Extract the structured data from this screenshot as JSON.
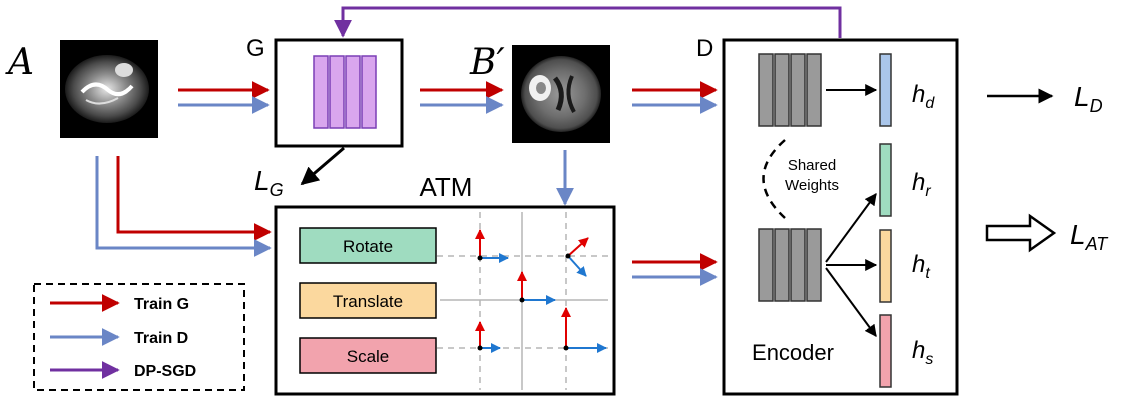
{
  "inputs": {
    "a_label": "A",
    "b_label": "B′"
  },
  "generator": {
    "label": "G",
    "loss_main": "L",
    "loss_sub": "G"
  },
  "discriminator": {
    "label": "D",
    "shared_weights_line1": "Shared",
    "shared_weights_line2": "Weights",
    "encoder_label": "Encoder"
  },
  "atm": {
    "title": "ATM",
    "transforms": [
      {
        "label": "Rotate",
        "color": "#9fdcc0"
      },
      {
        "label": "Translate",
        "color": "#fbd89e"
      },
      {
        "label": "Scale",
        "color": "#f2a3ad"
      }
    ]
  },
  "heads": [
    {
      "main": "h",
      "sub": "d",
      "color": "#aac6ea"
    },
    {
      "main": "h",
      "sub": "r",
      "color": "#9fdcc0"
    },
    {
      "main": "h",
      "sub": "t",
      "color": "#fbd89e"
    },
    {
      "main": "h",
      "sub": "s",
      "color": "#f2a3ad"
    }
  ],
  "losses": {
    "ld_main": "L",
    "ld_sub": "D",
    "lat_main": "L",
    "lat_sub": "AT"
  },
  "legend": [
    {
      "label": "Train G",
      "color": "#c00000"
    },
    {
      "label": "Train D",
      "color": "#6a86c6"
    },
    {
      "label": "DP-SGD",
      "color": "#7030a0"
    }
  ],
  "colors": {
    "generator_block": "#d9a6ee",
    "encoder_block": "#9a9a9a"
  }
}
